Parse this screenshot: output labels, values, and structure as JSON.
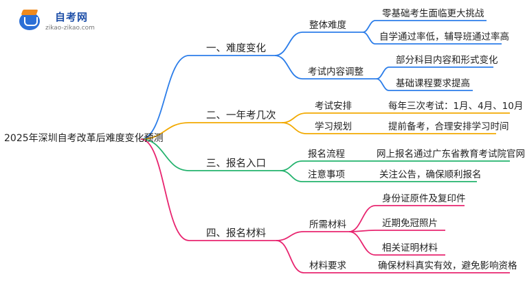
{
  "logo": {
    "name": "自考网",
    "url": "zikao-zikao.com"
  },
  "root": "2025年深圳自考改革后难度变化预测",
  "branches": [
    {
      "label": "一、难度变化",
      "color": "#2b7de9",
      "children": [
        {
          "label": "整体难度",
          "leaves": [
            "零基础考生面临更大挑战",
            "自学通过率低，辅导班通过率高"
          ]
        },
        {
          "label": "考试内容调整",
          "leaves": [
            "部分科目内容和形式变化",
            "基础课程要求提高"
          ]
        }
      ]
    },
    {
      "label": "二、一年考几次",
      "color": "#f2a900",
      "children": [
        {
          "label": "考试安排",
          "leaves": [
            "每年三次考试：1月、4月、10月"
          ]
        },
        {
          "label": "学习规划",
          "leaves": [
            "提前备考，合理安排学习时间"
          ]
        }
      ]
    },
    {
      "label": "三、报名入口",
      "color": "#23b26d",
      "children": [
        {
          "label": "报名流程",
          "leaves": [
            "网上报名通过广东省教育考试院官网"
          ]
        },
        {
          "label": "注意事项",
          "leaves": [
            "关注公告，确保顺利报名"
          ]
        }
      ]
    },
    {
      "label": "四、报名材料",
      "color": "#e8246f",
      "children": [
        {
          "label": "所需材料",
          "leaves": [
            "身份证原件及复印件",
            "近期免冠照片",
            "相关证明材料"
          ]
        },
        {
          "label": "材料要求",
          "leaves": [
            "确保材料真实有效，避免影响资格"
          ]
        }
      ]
    }
  ]
}
